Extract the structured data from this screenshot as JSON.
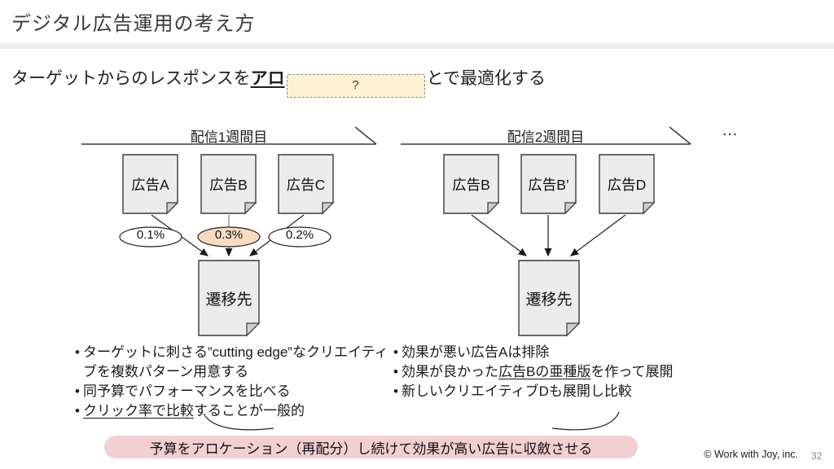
{
  "header": {
    "title": "デジタル広告運用の考え方"
  },
  "lead": {
    "prefix": "ターゲットからのレスポンスを",
    "em": "アロ",
    "mask_label": "?",
    "suffix": "とで最適化する"
  },
  "diagram": {
    "week1": {
      "label": "配信1週間目",
      "ads": [
        "広告A",
        "広告B",
        "広告C"
      ],
      "rates": [
        "0.1%",
        "0.3%",
        "0.2%"
      ],
      "highlighted_rate": "0.3%",
      "destination": "遷移先"
    },
    "week2": {
      "label": "配信2週間目",
      "ads": [
        "広告B",
        "広告B’",
        "広告D"
      ],
      "destination": "遷移先"
    },
    "continuation": "…"
  },
  "bullet_mark": "•",
  "notes_left": {
    "item1": "ターゲットに刺さる”cutting edge”なクリエイティブを複数パターン用意する",
    "item2": "同予算でパフォーマンスを比べる",
    "item3_u": "クリック率で比較",
    "item3_rest": "することが一般的"
  },
  "notes_right": {
    "item1": "効果が悪い広告Aは排除",
    "item2_pre": "効果が良かった",
    "item2_u": "広告Bの亜種版",
    "item2_post": "を作って展開",
    "item3": "新しいクリエイティブDも展開し比較"
  },
  "banner": {
    "text": "予算をアロケーション（再配分）し続けて効果が高い広告に収斂させる"
  },
  "footer": {
    "copyright": "© Work with Joy, inc.",
    "page": "32"
  },
  "colors": {
    "paper": "#ececec",
    "rate_highlight": "#f8dcc0",
    "mask_fill": "#fdf3d3",
    "banner_fill": "#f2d0d1"
  }
}
